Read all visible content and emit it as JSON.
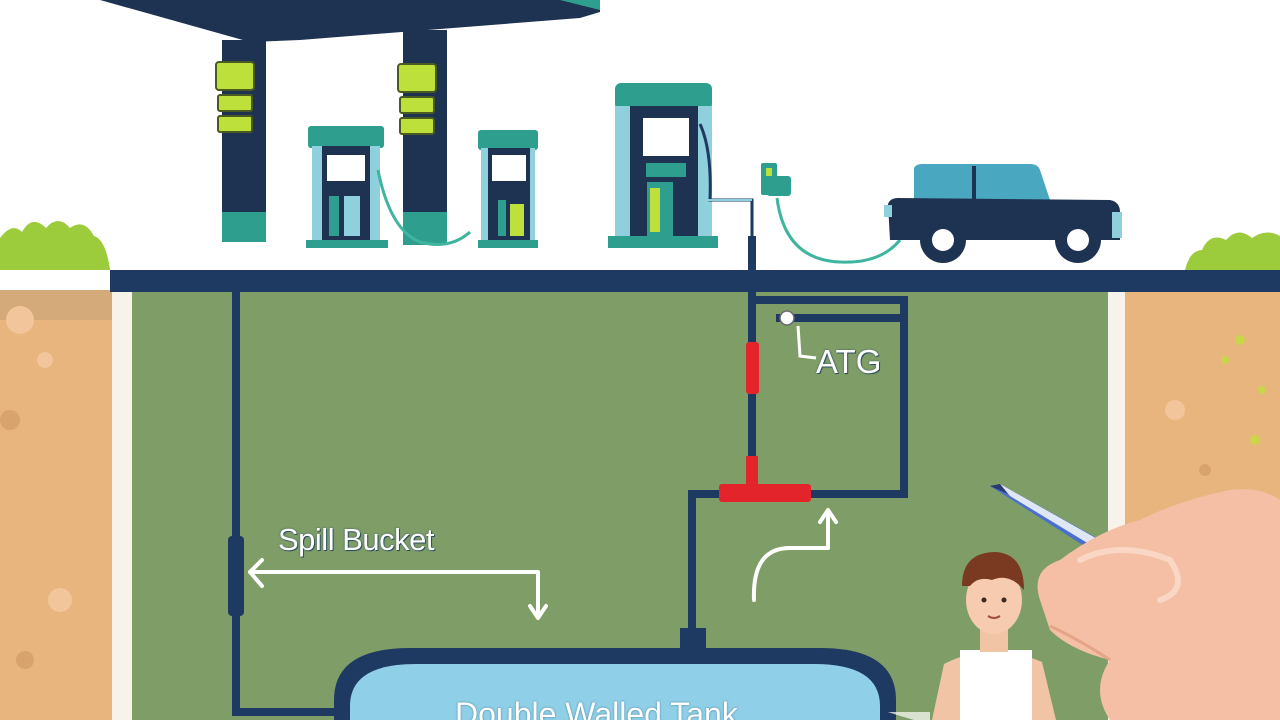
{
  "diagram": {
    "labels": {
      "spill_bucket": "Spill Bucket",
      "atg": "ATG",
      "tank": "Double Walled Tank"
    },
    "colors": {
      "sky": "#ffffff",
      "canopy": "#1e3352",
      "pump_teal": "#2e9e8e",
      "pump_light": "#8fd0dc",
      "accent_green": "#bde03a",
      "ground": "#7f9e67",
      "soil": "#e8b57e",
      "pipe": "#1e3a63",
      "pipe_red": "#e3242b",
      "tank_fill": "#8fd0e8",
      "car": "#4aa7c0",
      "grass": "#9ccc3c"
    }
  }
}
